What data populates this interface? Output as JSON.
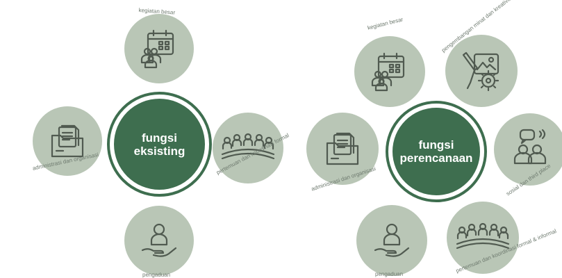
{
  "colors": {
    "satellite": "#b9c6b6",
    "center": "#3e6e4f",
    "icon_stroke": "#505a50",
    "label": "#6e7a6f"
  },
  "left": {
    "center_title": "fungsi",
    "center_subtitle": "eksisting",
    "nodes": {
      "top": {
        "label": "kegiatan besar",
        "icon": "calendar-people-icon"
      },
      "left": {
        "label": "administrasi dan organisasi",
        "icon": "folder-documents-icon"
      },
      "right": {
        "label": "pertemuan dan koordinasi formal",
        "icon": "meeting-table-icon"
      },
      "bottom": {
        "label": "pengaduan",
        "icon": "person-hand-icon"
      }
    }
  },
  "right": {
    "center_title": "fungsi",
    "center_subtitle": "perencanaan",
    "nodes": {
      "top": {
        "label": "kegiatan besar",
        "icon": "calendar-people-icon"
      },
      "top_right": {
        "label": "pengembangan minat dan kreativitas",
        "icon": "brush-gear-icon"
      },
      "left": {
        "label": "administrasi dan organisasi",
        "icon": "folder-documents-icon"
      },
      "right": {
        "label": "sosial dan third place",
        "icon": "people-chat-icon"
      },
      "bottom": {
        "label": "pengaduan",
        "icon": "person-hand-icon"
      },
      "bottom_right": {
        "label": "pertemuan dan koordinasi formal & informal",
        "icon": "meeting-table-icon"
      }
    }
  }
}
